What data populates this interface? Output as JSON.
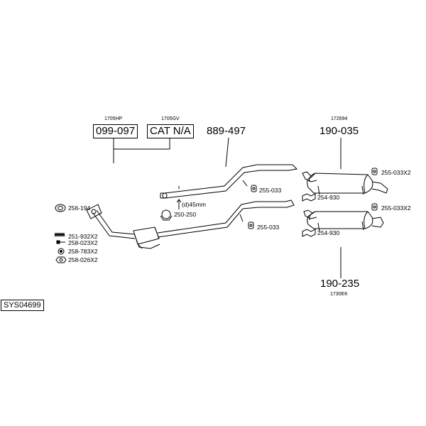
{
  "diagram_code": "SYS04699",
  "callouts": {
    "p099_097": {
      "number": "099-097",
      "sub": "1705HP"
    },
    "cat": {
      "number": "CAT N/A",
      "sub": "1705GV"
    },
    "p889_497": {
      "number": "889-497"
    },
    "p190_035": {
      "number": "190-035",
      "sub": "172694"
    },
    "p190_235": {
      "number": "190-235",
      "sub": "1730EK"
    }
  },
  "diameter_note": "(d)45mm",
  "small_parts": {
    "p250_250": "250-250",
    "p255_033_top": "255-033",
    "p255_033_mid": "255-033",
    "p255_033x2_top": "255-033X2",
    "p255_033x2_bot": "255-033X2",
    "p254_930_top": "254-930",
    "p254_930_bot": "254-930"
  },
  "side_list": [
    {
      "icon": "ring-gasket-icon",
      "code": "256-194"
    },
    {
      "icon": "spring-icon",
      "code": "251-932X2"
    },
    {
      "icon": "bolt-icon",
      "code": "258-023X2"
    },
    {
      "icon": "nut-icon",
      "code": "258-783X2"
    },
    {
      "icon": "hex-nut-icon",
      "code": "258-026X2"
    }
  ]
}
